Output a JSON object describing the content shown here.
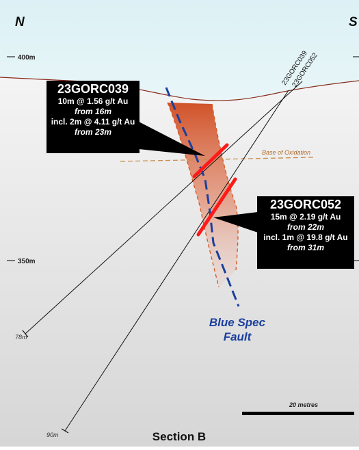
{
  "compass": {
    "left": "N",
    "right": "S"
  },
  "elevations": {
    "top": "400m",
    "mid": "350m"
  },
  "holes": [
    {
      "id": "23GORC039",
      "end_depth": "78m"
    },
    {
      "id": "23GORC052",
      "end_depth": "90m"
    }
  ],
  "callouts": [
    {
      "hole": "23GORC039",
      "lines": [
        "10m @ 1.56 g/t Au",
        "from 16m",
        "incl. 2m @ 4.11 g/t Au",
        "from 23m"
      ]
    },
    {
      "hole": "23GORC052",
      "lines": [
        "15m @ 2.19 g/t Au",
        "from 22m",
        "incl. 1m @ 19.8 g/t Au",
        "from 31m"
      ]
    }
  ],
  "oxidation_label": "Base of Oxidation",
  "fault_label": [
    "Blue Spec",
    "Fault"
  ],
  "scale_label": "20 metres",
  "section_title": "Section B",
  "colors": {
    "sky": "#d9f0f4",
    "ground": "#ededed",
    "zone": "#d85a30",
    "intercept": "#ff0000",
    "fault": "#1a3f9e",
    "oxidation": "#c98a4a"
  }
}
